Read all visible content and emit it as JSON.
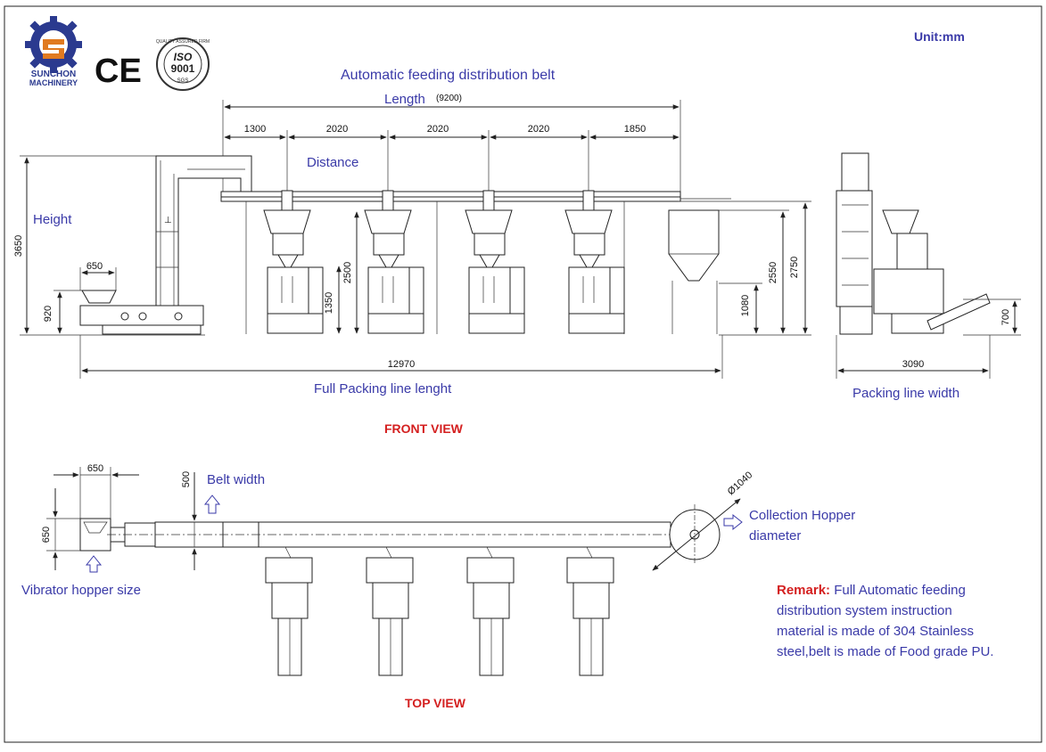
{
  "brand": {
    "name_line1": "SUNCHON",
    "name_line2": "MACHINERY",
    "ce_mark": "CE",
    "iso_text": "ISO",
    "iso_number": "9001",
    "iso_sgs": "SGS",
    "iso_ring": "QUALITY ASSURED FIRM"
  },
  "unit": "Unit:mm",
  "front_view": {
    "title": "FRONT VIEW",
    "belt_label": "Automatic feeding  distribution belt",
    "length_label": "Length",
    "length_value": "(9200)",
    "distance_label": "Distance",
    "height_label": "Height",
    "segments": [
      "1300",
      "2020",
      "2020",
      "2020",
      "1850"
    ],
    "dim_3650": "3650",
    "dim_650": "650",
    "dim_920": "920",
    "dim_2500": "2500",
    "dim_1350": "1350",
    "dim_1080": "1080",
    "dim_2550": "2550",
    "dim_2750": "2750",
    "dim_12970": "12970",
    "full_length_label": "Full Packing line lenght",
    "dim_3090": "3090",
    "dim_700": "700",
    "width_label": "Packing line width"
  },
  "top_view": {
    "title": "TOP VIEW",
    "dim_650_top": "650",
    "dim_650_side": "650",
    "dim_500": "500",
    "belt_width_label": "Belt width",
    "diameter_dim": "Ø1040",
    "collection_label_1": "Collection Hopper",
    "collection_label_2": "diameter",
    "vibrator_label": "Vibrator hopper size"
  },
  "remark": {
    "label": "Remark:",
    "line1": " Full Automatic feeding",
    "line2": "distribution system instruction",
    "line3": "material is made of 304 Stainless",
    "line4": "steel,belt is made of Food grade PU."
  },
  "colors": {
    "blue_text": "#3a3aa8",
    "red_text": "#d42020",
    "logo_blue": "#2b3a8f",
    "logo_orange": "#e07a20"
  }
}
